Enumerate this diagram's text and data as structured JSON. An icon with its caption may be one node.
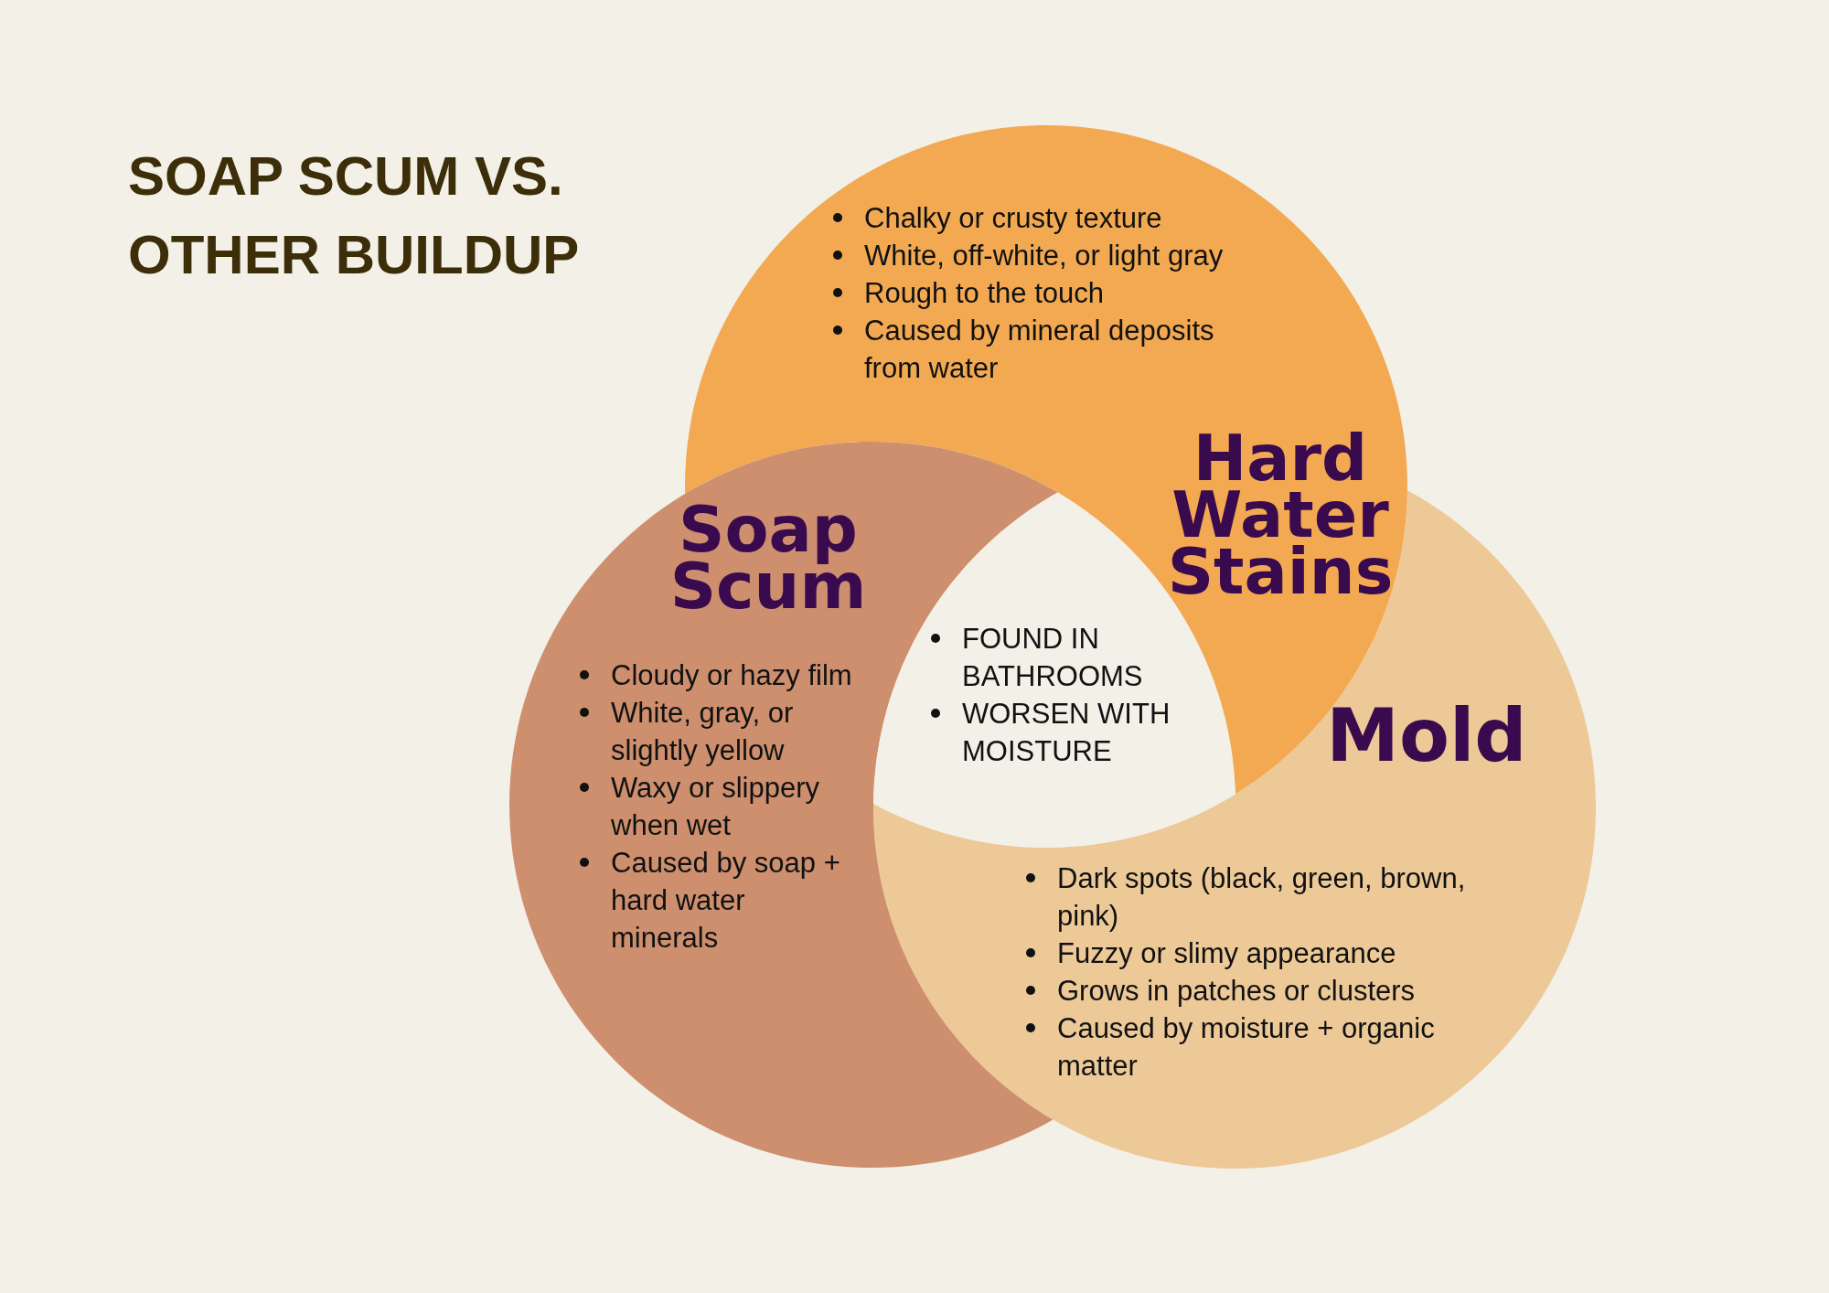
{
  "diagram": {
    "title": "SOAP SCUM VS. OTHER BUILDUP",
    "nodes": [
      {
        "text": [
          "Hard Water Stains",
          "Chalky or crusty texture",
          "White, off-white, or light gray",
          "Rough to the touch",
          "Caused by mineral deposits from water"
        ]
      },
      {
        "text": [
          "Soap Scum",
          "Cloudy or hazy film",
          "White, gray, or slightly yellow",
          "Waxy or slippery when wet",
          "Caused by soap + hard water minerals"
        ]
      },
      {
        "text": [
          "FOUND IN BATHROOMS",
          "WORSEN WITH MOISTURE"
        ]
      },
      {
        "text": [
          "Mold",
          "Dark spots (black, green, brown, pink)",
          "Fuzzy or slimy appearance",
          "Grows in patches or clusters",
          "Caused by moisture + organic matter"
        ]
      }
    ]
  }
}
